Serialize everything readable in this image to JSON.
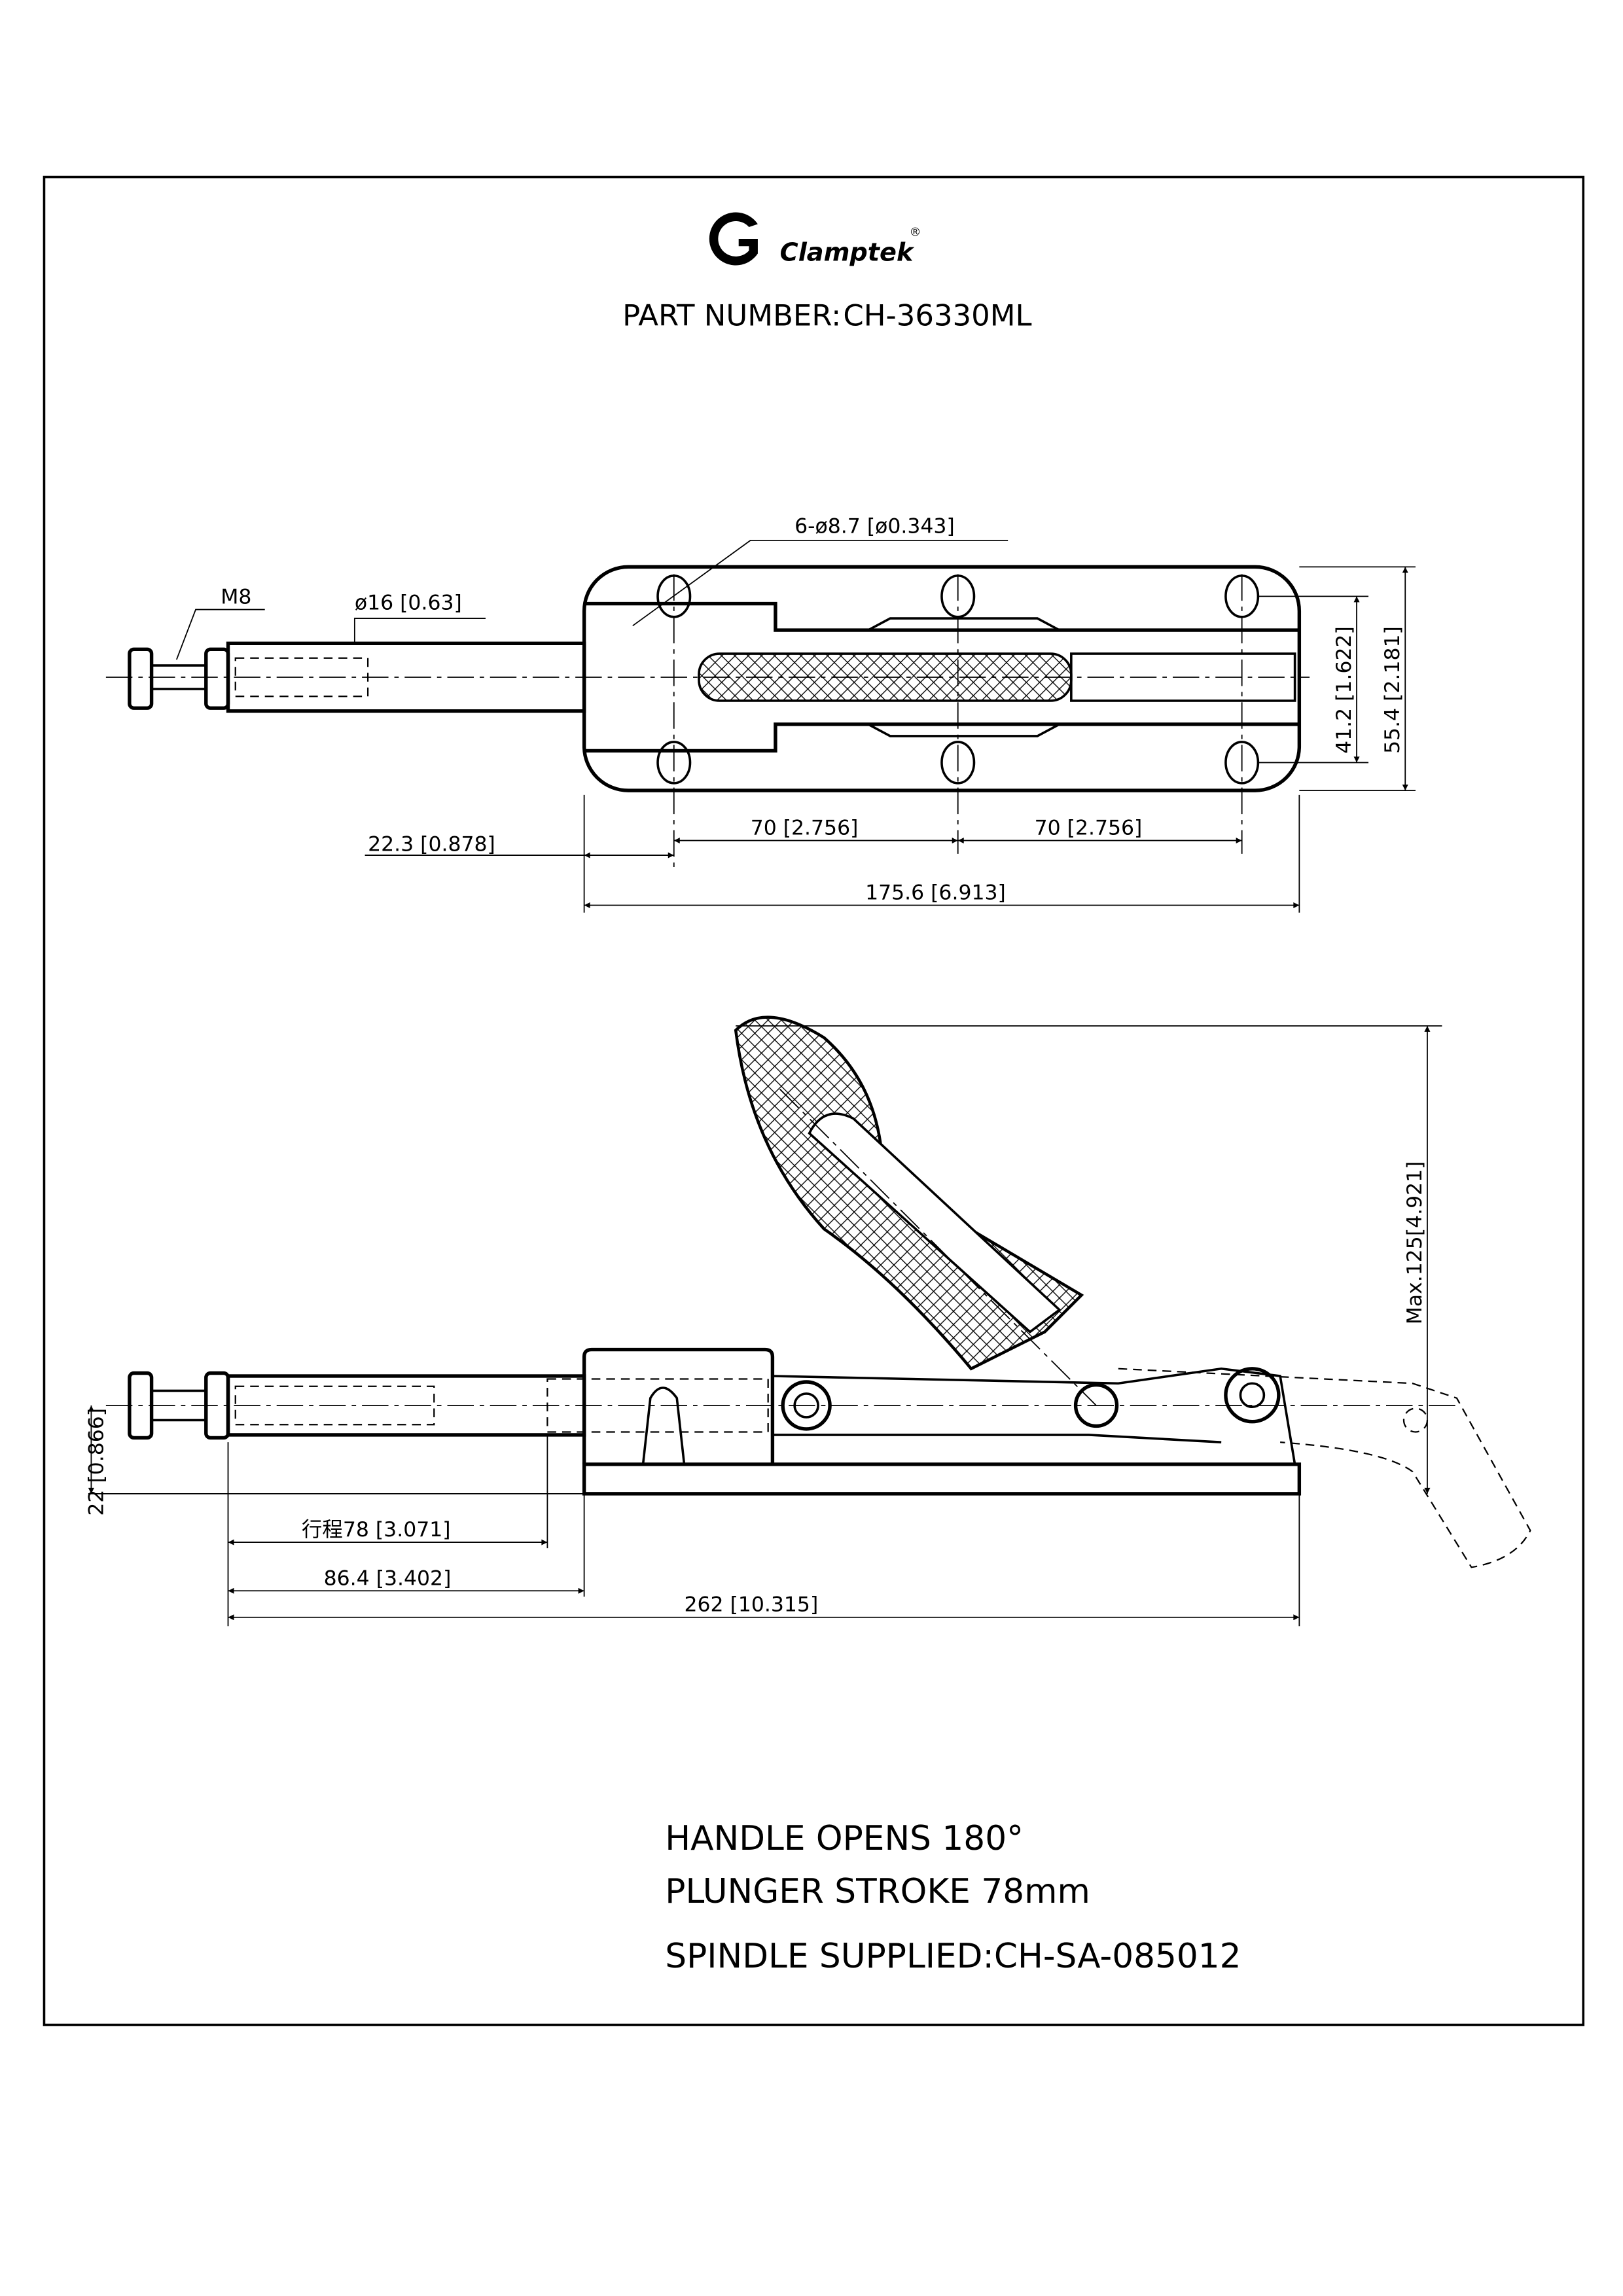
{
  "logo": {
    "brand": "Clamptek",
    "registered": "®"
  },
  "part_number": {
    "label": "PART NUMBER:",
    "value": "CH-36330ML"
  },
  "top_view": {
    "holes_callout": "6-ø8.7 [ø0.343]",
    "thread_label": "M8",
    "rod_diameter": "ø16 [0.63]",
    "dim_offset": "22.3 [0.878]",
    "dim_pitch_1": "70 [2.756]",
    "dim_pitch_2": "70 [2.756]",
    "dim_length": "175.6 [6.913]",
    "dim_hole_spacing": "41.2 [1.622]",
    "dim_width": "55.4 [2.181]"
  },
  "side_view": {
    "dim_height_axis": "22 [0.866]",
    "dim_stroke": "行程78 [3.071]",
    "dim_extension": "86.4 [3.402]",
    "dim_total": "262 [10.315]",
    "dim_max_height": "Max.125[4.921]"
  },
  "notes": [
    "HANDLE OPENS 180°",
    "PLUNGER STROKE 78mm",
    "SPINDLE SUPPLIED:CH-SA-085012"
  ]
}
